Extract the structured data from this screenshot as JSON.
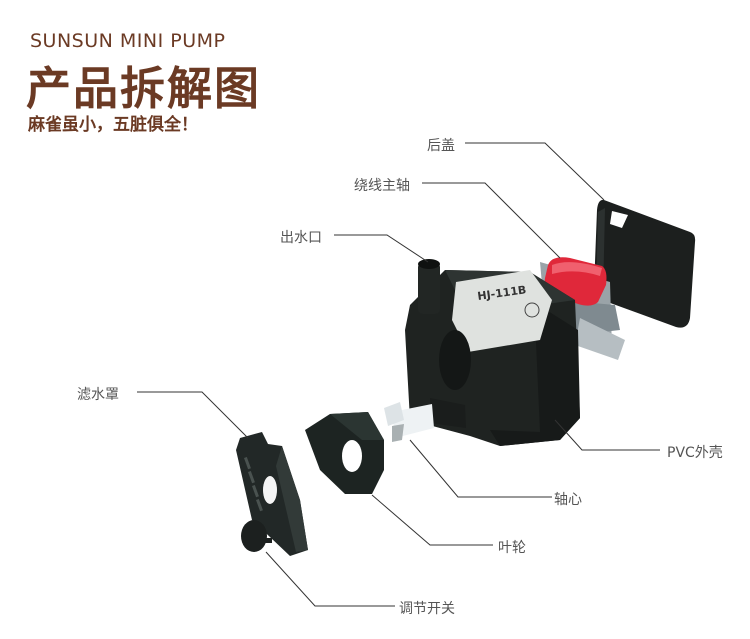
{
  "header": {
    "brand": "SUNSUN MINI PUMP",
    "title": "产品拆解图",
    "subtitle": "麻雀虽小，五脏俱全！"
  },
  "colors": {
    "title": "#6b3a24",
    "label": "#555555",
    "leader_line": "#333333",
    "pump_body": "#1f2321",
    "spindle_red": "#e0283a",
    "bracket_gray": "#9aa3a8",
    "impeller_white": "#eef2f4"
  },
  "product": {
    "model_label": "HJ-111B"
  },
  "parts": [
    {
      "id": "back-cover",
      "label": "后盖"
    },
    {
      "id": "winding-spindle",
      "label": "绕线主轴"
    },
    {
      "id": "water-outlet",
      "label": "出水口"
    },
    {
      "id": "filter-cover",
      "label": "滤水罩"
    },
    {
      "id": "pvc-shell",
      "label": "PVC外壳"
    },
    {
      "id": "shaft",
      "label": "轴心"
    },
    {
      "id": "impeller",
      "label": "叶轮"
    },
    {
      "id": "adjust-switch",
      "label": "调节开关"
    }
  ]
}
